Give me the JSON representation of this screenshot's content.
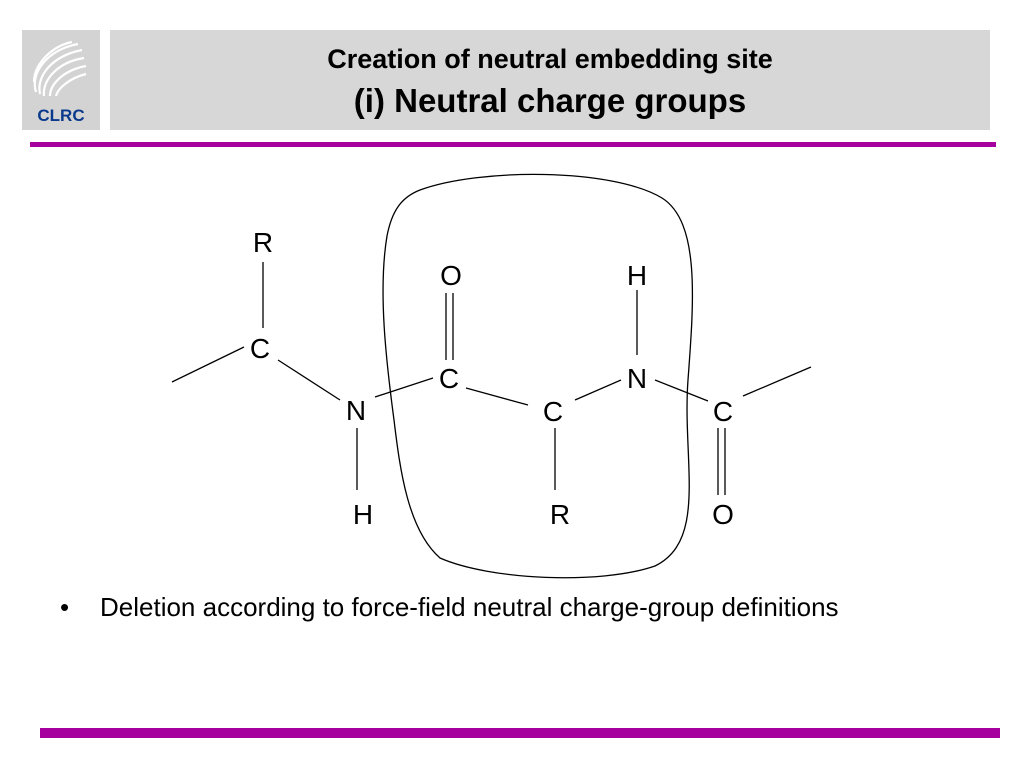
{
  "logo": {
    "text": "CLRC"
  },
  "title": {
    "line1": "Creation of neutral embedding site",
    "line2": "(i) Neutral charge groups"
  },
  "atoms": {
    "r_top": "R",
    "c_left": "C",
    "n_left": "N",
    "h_bottom_left": "H",
    "o_top": "O",
    "c_carbonyl": "C",
    "c_alpha": "C",
    "r_bottom": "R",
    "h_top": "H",
    "n_right": "N",
    "c_right": "C",
    "o_bottom": "O"
  },
  "bullet": {
    "marker": "•",
    "text": "Deletion according to force-field neutral charge-group definitions"
  }
}
